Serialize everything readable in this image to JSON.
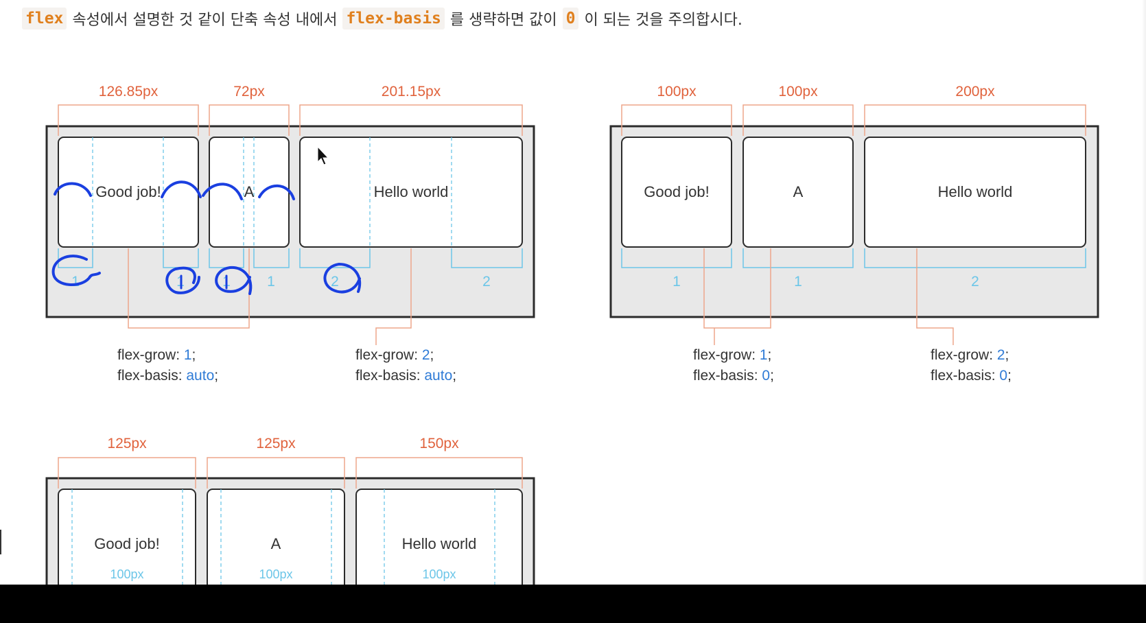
{
  "intro": {
    "code_flex": "flex",
    "text1": "속성에서 설명한 것 같이 단축 속성 내에서",
    "code_basis": "flex-basis",
    "text2": "를 생략하면 값이",
    "code_zero": "0",
    "text3": "이 되는 것을 주의합시다."
  },
  "diagrams": {
    "auto": {
      "widths": [
        "126.85px",
        "72px",
        "201.15px"
      ],
      "items": [
        "Good job!",
        "A",
        "Hello world"
      ],
      "grow_numbers": [
        "1",
        "1",
        "1",
        "1",
        "2",
        "2"
      ],
      "group1": {
        "prop1": "flex-grow: ",
        "val1": "1",
        "prop2": "flex-basis: ",
        "val2": "auto"
      },
      "group2": {
        "prop1": "flex-grow: ",
        "val1": "2",
        "prop2": "flex-basis: ",
        "val2": "auto"
      }
    },
    "zero": {
      "widths": [
        "100px",
        "100px",
        "200px"
      ],
      "items": [
        "Good job!",
        "A",
        "Hello world"
      ],
      "grow_numbers": [
        "1",
        "1",
        "2"
      ],
      "group1": {
        "prop1": "flex-grow: ",
        "val1": "1",
        "prop2": "flex-basis: ",
        "val2": "0"
      },
      "group2": {
        "prop1": "flex-grow: ",
        "val1": "2",
        "prop2": "flex-basis: ",
        "val2": "0"
      }
    },
    "bottom": {
      "widths": [
        "125px",
        "125px",
        "150px"
      ],
      "items": [
        "Good job!",
        "A",
        "Hello world"
      ],
      "basis": [
        "100px",
        "100px",
        "100px"
      ]
    }
  },
  "colors": {
    "orange": "#e0623c",
    "bracket": "#eda58a",
    "cyan": "#6cc6e8",
    "blue_value": "#2f7bd6",
    "ink": "#1a3fe0",
    "frame": "#2b2b2b",
    "container_bg": "#e8e8e8"
  }
}
